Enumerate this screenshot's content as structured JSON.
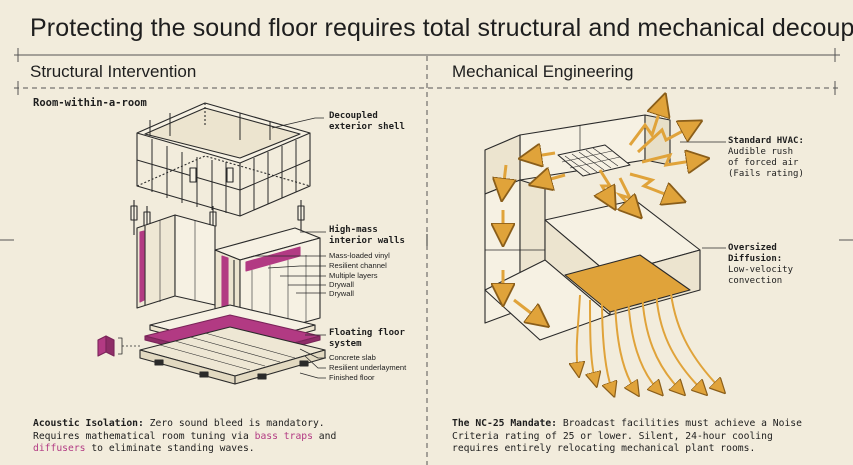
{
  "title": "Protecting the sound floor requires total structural and mechanical decoupling",
  "left": {
    "heading": "Structural Intervention",
    "subheading": "Room-within-a-room",
    "callouts": {
      "shell": "Decoupled\nexterior shell",
      "walls_title": "High-mass\ninterior walls",
      "wall_layers": [
        "Mass-loaded vinyl",
        "Resilient channel",
        "Multiple layers",
        "Drywall",
        "Drywall"
      ],
      "floor_title": "Floating floor\nsystem",
      "floor_layers": [
        "Concrete slab",
        "Resilient underlayment",
        "Finished floor"
      ]
    },
    "note": {
      "lead": "Acoustic Isolation:",
      "text1": " Zero sound bleed is mandatory.",
      "text2": "Requires mathematical room tuning via ",
      "link1": "bass traps",
      "text3": " and",
      "link2": "diffusers",
      "text4": " to eliminate standing waves."
    }
  },
  "right": {
    "heading": "Mechanical Engineering",
    "callouts": {
      "hvac": "Standard HVAC:",
      "hvac_desc": "Audible rush\nof forced air\n(Fails rating)",
      "diffusion": "Oversized\nDiffusion:",
      "diffusion_desc": "Low-velocity\nconvection"
    },
    "note": {
      "lead": "The NC-25 Mandate:",
      "text1": " Broadcast facilities must achieve a Noise",
      "text2": "Criteria rating of 25 or lower. Silent, 24-hour cooling",
      "text3": "requires entirely relocating mechanical plant rooms."
    }
  },
  "colors": {
    "background": "#f2ecdc",
    "ink": "#1e1e1e",
    "magenta": "#b23a83",
    "amber": "#e0a33a"
  }
}
